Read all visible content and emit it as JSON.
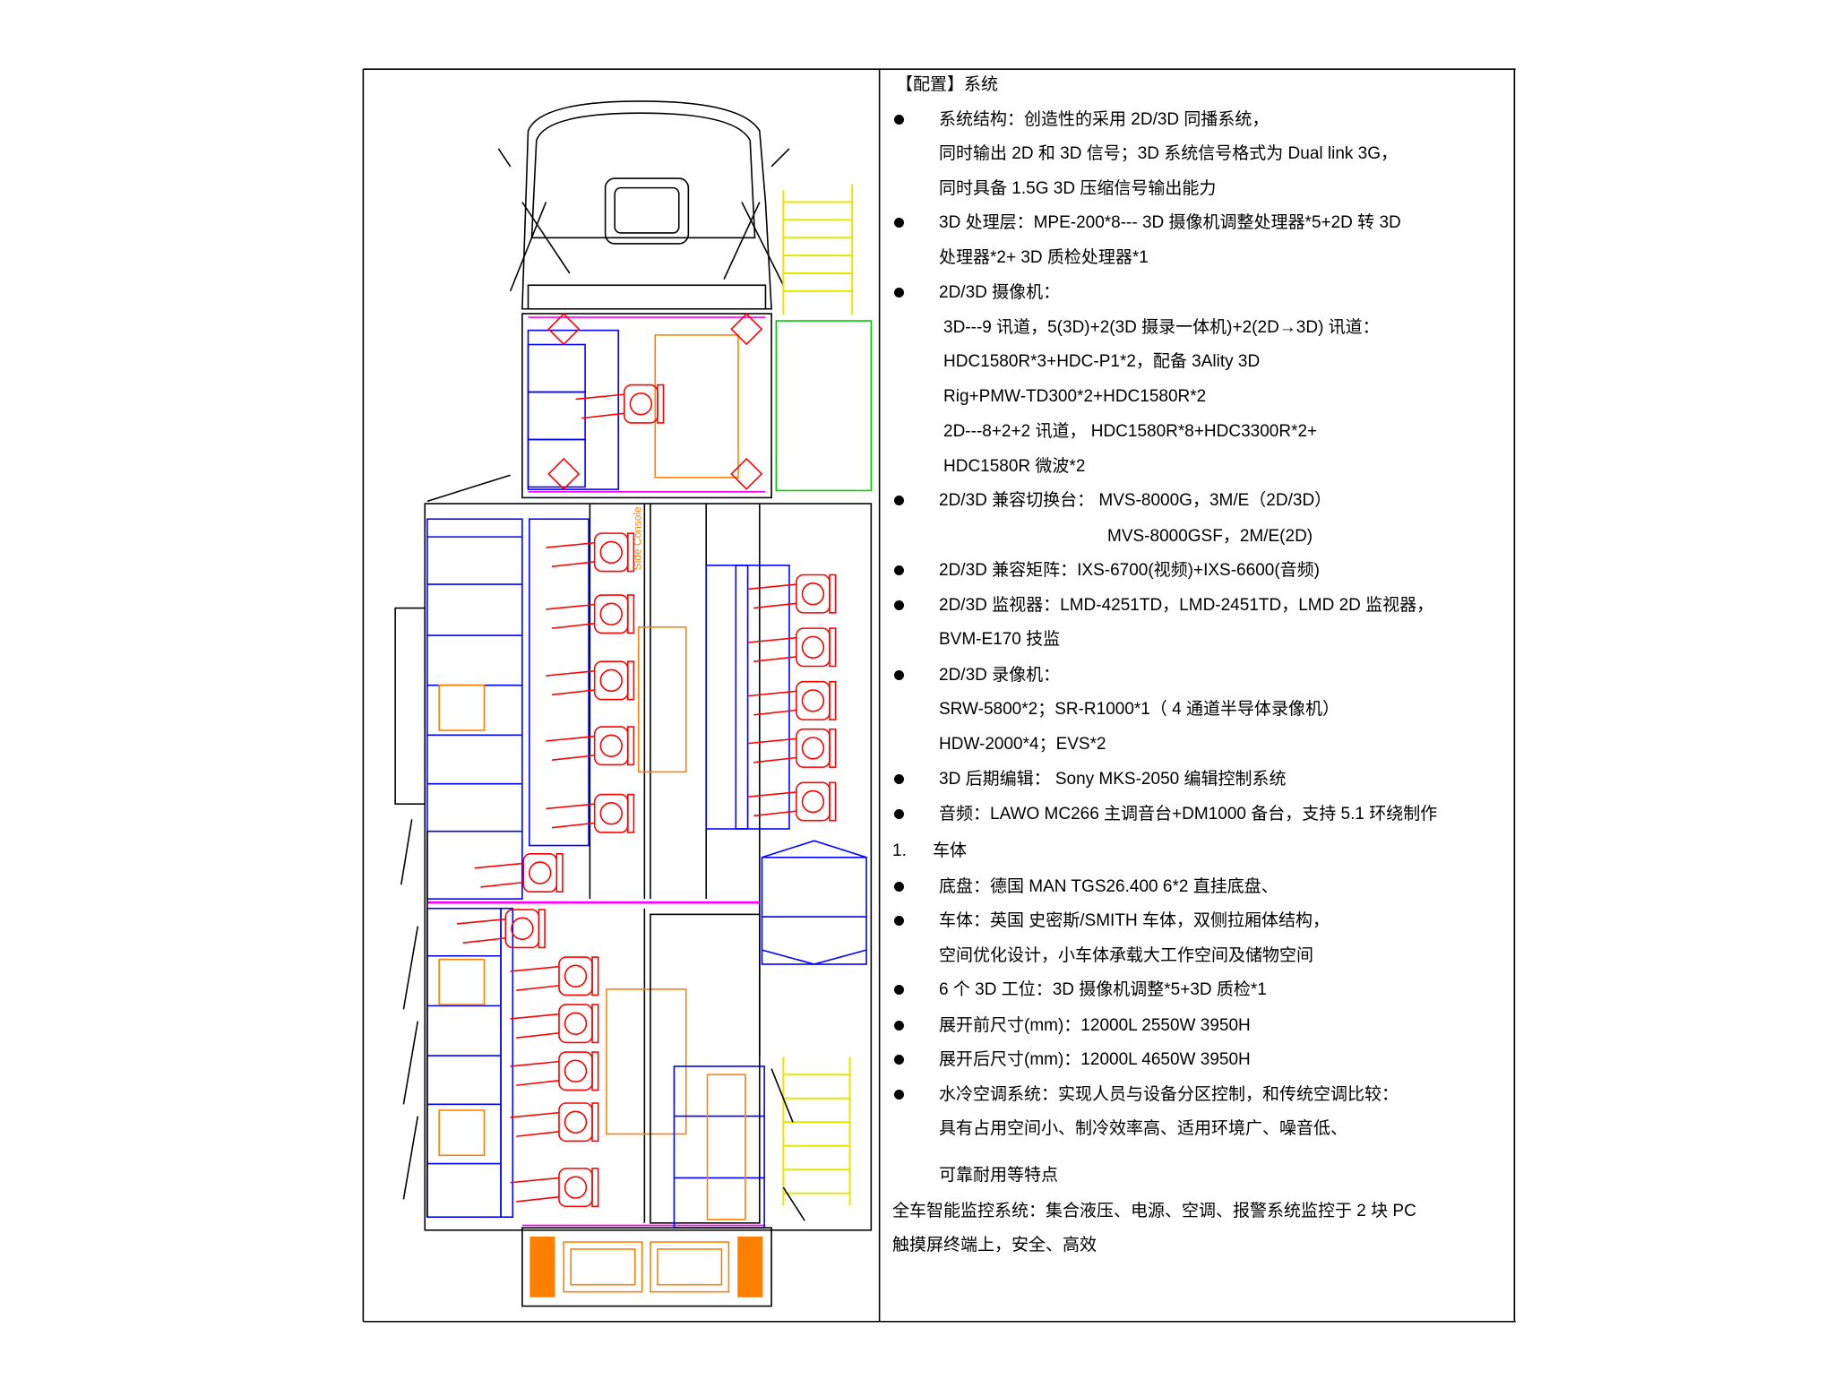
{
  "heading": "【配置】系统",
  "side_console_label": "Side Console",
  "lines": [
    {
      "type": "bullet",
      "text": "系统结构：创造性的采用 2D/3D 同播系统，"
    },
    {
      "type": "cont",
      "text": "同时输出 2D 和 3D 信号；3D 系统信号格式为 Dual link 3G，"
    },
    {
      "type": "cont",
      "text": "同时具备 1.5G 3D 压缩信号输出能力"
    },
    {
      "type": "bullet",
      "text": "3D 处理层：MPE-200*8--- 3D 摄像机调整处理器*5+2D 转 3D"
    },
    {
      "type": "cont",
      "text": "处理器*2+ 3D 质检处理器*1"
    },
    {
      "type": "bullet",
      "text": "2D/3D 摄像机："
    },
    {
      "type": "cont2",
      "text": "3D---9 讯道，5(3D)+2(3D 摄录一体机)+2(2D→3D)  讯道："
    },
    {
      "type": "cont2",
      "text": "HDC1580R*3+HDC-P1*2，配备  3Ality 3D"
    },
    {
      "type": "cont2",
      "text": "Rig+PMW-TD300*2+HDC1580R*2"
    },
    {
      "type": "cont2",
      "text": "2D---8+2+2 讯道，   HDC1580R*8+HDC3300R*2+"
    },
    {
      "type": "cont2",
      "text": "HDC1580R 微波*2"
    },
    {
      "type": "bullet",
      "text": "2D/3D 兼容切换台：   MVS-8000G，3M/E（2D/3D）"
    },
    {
      "type": "cont3",
      "text": "MVS-8000GSF，2M/E(2D)"
    },
    {
      "type": "bullet",
      "text": "2D/3D 兼容矩阵：IXS-6700(视频)+IXS-6600(音频)"
    },
    {
      "type": "bullet",
      "text": "2D/3D 监视器：LMD-4251TD，LMD-2451TD，LMD 2D 监视器，"
    },
    {
      "type": "cont",
      "text": "BVM-E170 技监"
    },
    {
      "type": "bullet",
      "text": "2D/3D 录像机："
    },
    {
      "type": "cont",
      "text": "SRW-5800*2；SR-R1000*1（ 4 通道半导体录像机）"
    },
    {
      "type": "cont",
      "text": "HDW-2000*4；EVS*2"
    },
    {
      "type": "bullet",
      "text": "3D  后期编辑：   Sony MKS-2050  编辑控制系统"
    },
    {
      "type": "bullet",
      "text": "音频：LAWO MC266  主调音台+DM1000 备台，支持 5.1 环绕制作"
    },
    {
      "type": "numbered",
      "num": "1.",
      "text": "车体"
    },
    {
      "type": "bullet",
      "text": "底盘：德国  MAN TGS26.400 6*2 直挂底盘、"
    },
    {
      "type": "bullet",
      "text": "车体：英国  史密斯/SMITH 车体，双侧拉厢体结构，"
    },
    {
      "type": "cont",
      "text": "空间优化设计，小车体承载大工作空间及储物空间"
    },
    {
      "type": "bullet",
      "text": "6 个 3D 工位：3D 摄像机调整*5+3D  质检*1"
    },
    {
      "type": "bullet",
      "text": "展开前尺寸(mm)：12000L 2550W 3950H"
    },
    {
      "type": "bullet",
      "text": "展开后尺寸(mm)：12000L 4650W 3950H"
    },
    {
      "type": "bullet",
      "text": "水冷空调系统：实现人员与设备分区控制，和传统空调比较："
    },
    {
      "type": "cont",
      "text": "具有占用空间小、制冷效率高、适用环境广、噪音低、"
    },
    {
      "type": "cont",
      "text": "可靠耐用等特点"
    },
    {
      "type": "plain",
      "text": "全车智能监控系统：集合液压、电源、空调、报警系统监控于 2 块 PC"
    },
    {
      "type": "plain",
      "text": "触摸屏终端上，安全、高效"
    }
  ],
  "colors": {
    "red": "#ff0000",
    "blue": "#0000ff",
    "orange": "#ff8000",
    "yellow": "#ffff00",
    "green": "#00cc00",
    "magenta": "#ff00ff"
  }
}
